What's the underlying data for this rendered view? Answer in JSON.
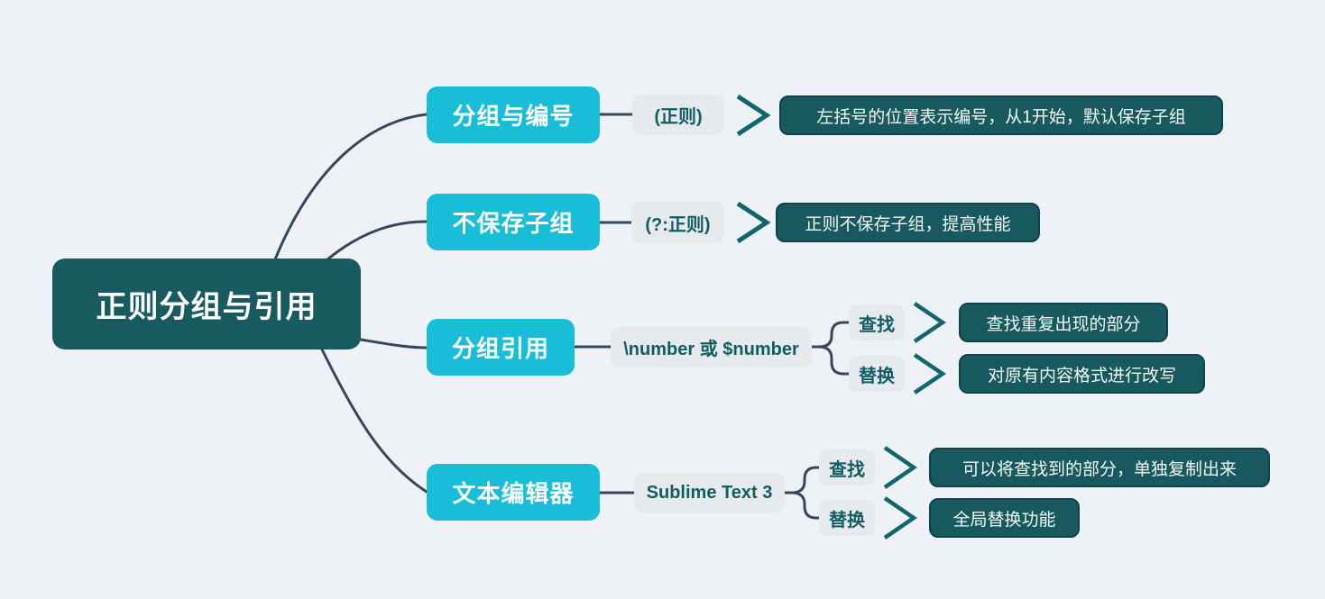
{
  "title": "正则分组与引用",
  "colors": {
    "background": "#eef1f5",
    "root_bg": "#175a60",
    "branch_bg": "#18bdd8",
    "code_bg": "#e7eaec",
    "code_text": "#125c63",
    "note_bg": "#17595f",
    "note_border": "#0e4449",
    "note_text": "#f2f8f2",
    "connector": "#36475c",
    "chevron": "#10666c"
  },
  "root": {
    "label": "正则分组与引用"
  },
  "branches": [
    {
      "label": "分组与编号",
      "detail": "(正则)",
      "children": [
        {
          "note": "左括号的位置表示编号，从1开始，默认保存子组"
        }
      ]
    },
    {
      "label": "不保存子组",
      "detail": "(?:正则)",
      "children": [
        {
          "note": "正则不保存子组，提高性能"
        }
      ]
    },
    {
      "label": "分组引用",
      "detail": "\\number 或 $number",
      "children": [
        {
          "label": "查找",
          "note": "查找重复出现的部分"
        },
        {
          "label": "替换",
          "note": "对原有内容格式进行改写"
        }
      ]
    },
    {
      "label": "文本编辑器",
      "detail": "Sublime Text 3",
      "children": [
        {
          "label": "查找",
          "note": "可以将查找到的部分，单独复制出来"
        },
        {
          "label": "替换",
          "note": "全局替换功能"
        }
      ]
    }
  ]
}
